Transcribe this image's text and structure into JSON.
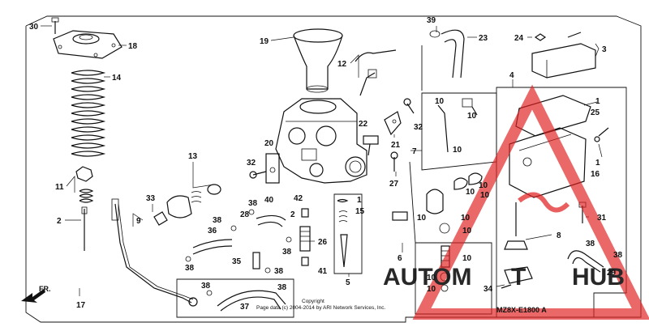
{
  "labels": {
    "p30": "30",
    "p18": "18",
    "p14": "14",
    "p11": "11",
    "p2": "2",
    "p17": "17",
    "p9": "9",
    "p33": "33",
    "p13": "13",
    "p19": "19",
    "p12": "12",
    "p39": "39",
    "p23": "23",
    "p24": "24",
    "p3": "3",
    "p4": "4",
    "p1a": "1",
    "p25": "25",
    "p1b": "1",
    "p16": "16",
    "p10a": "10",
    "p10b": "10",
    "p32a": "32",
    "p7": "7",
    "p10c": "10",
    "p21": "21",
    "p22": "22",
    "p20": "20",
    "p32b": "32",
    "p27": "27",
    "p10d": "10",
    "p10e": "10",
    "p10f": "10",
    "p10g": "10",
    "p10h": "10",
    "p10i": "10",
    "p31": "31",
    "p8": "8",
    "p38a": "38",
    "p40": "40",
    "p28": "28",
    "p38b": "38",
    "p42": "42",
    "p2b": "2",
    "p1c": "1",
    "p15": "15",
    "p36": "36",
    "p26": "26",
    "p35": "35",
    "p38c": "38",
    "p38d": "38",
    "p41": "41",
    "p5": "5",
    "p6": "6",
    "p38e": "38",
    "p37": "37",
    "p38f": "38",
    "p38g": "38",
    "p10j": "10",
    "p10k": "10",
    "p34": "34",
    "p29": "29",
    "p38h": "38",
    "p38i": "38",
    "p10l": "10"
  },
  "fr_label": "FR.",
  "copyright_line1": "Copyright",
  "copyright_line2": "Page data (c) 2004-2014 by ARI Network Services, Inc.",
  "diagram_code": "MZ8X-E1800 A",
  "watermark": {
    "part1": "AUTOM",
    "part2": "T",
    "part3": "HUB"
  },
  "colors": {
    "watermark_red": "#e02020",
    "watermark_orange": "#f5a623",
    "line": "#111111"
  }
}
